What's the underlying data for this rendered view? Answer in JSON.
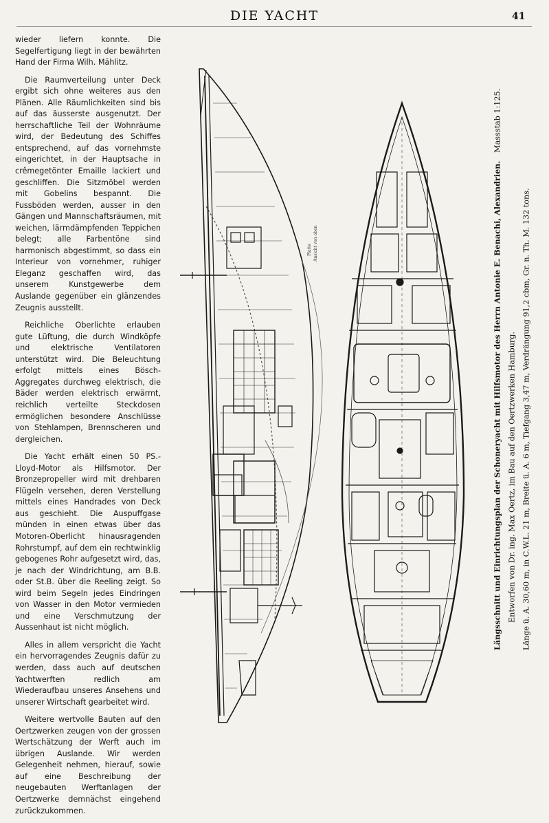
{
  "header": {
    "title": "DIE YACHT",
    "page_number": "41"
  },
  "article": {
    "paragraphs": [
      "wieder liefern konnte. Die Segelfertigung liegt in der bewährten Hand der Firma Wilh. Mählitz.",
      "Die Raumverteilung unter Deck ergibt sich ohne weiteres aus den Plänen. Alle Räumlichkeiten sind bis auf das äusserste ausgenutzt. Der herrschaftliche Teil der Wohnräume wird, der Bedeutung des Schiffes entsprechend, auf das vornehmste eingerichtet, in der Hauptsache in crêmegetönter Emaille lackiert und geschliffen. Die Sitzmöbel werden mit Gobelins bespannt. Die Fussböden werden, ausser in den Gängen und Mannschaftsräumen, mit weichen, lärmdämpfenden Teppichen belegt; alle Farbentöne sind harmonisch abgestimmt, so dass ein Interieur von vornehmer, ruhiger Eleganz geschaffen wird, das unserem Kunstgewerbe dem Auslande gegenüber ein glänzendes Zeugnis ausstellt.",
      "Reichliche Oberlichte erlauben gute Lüftung, die durch Windköpfe und elektrische Ventilatoren unterstützt wird. Die Beleuchtung erfolgt mittels eines Bösch-Aggregates durchweg elektrisch, die Bäder werden elektrisch erwärmt, reichlich verteilte Steckdosen ermöglichen besondere Anschlüsse von Stehlampen, Brennscheren und dergleichen.",
      "Die Yacht erhält einen 50 PS.-Lloyd-Motor als Hilfsmotor. Der Bronzepropeller wird mit drehbaren Flügeln versehen, deren Verstellung mittels eines Handrades von Deck aus geschieht. Die Auspuffgase münden in einen etwas über das Motoren-Oberlicht hinausragenden Rohrstumpf, auf dem ein rechtwinklig gebogenes Rohr aufgesetzt wird, das, je nach der Windrichtung, am B.B. oder St.B. über die Reeling zeigt. So wird beim Segeln jedes Eindringen von Wasser in den Motor vermieden und eine Verschmutzung der Aussenhaut ist nicht möglich.",
      "Alles in allem verspricht die Yacht ein hervorragendes Zeugnis dafür zu werden, dass auch auf deutschen Yachtwerften redlich am Wiederaufbau unseres Ansehens und unserer Wirtschaft gearbeitet wird.",
      "Weitere wertvolle Bauten auf den Oertzwerken zeugen von der grossen Wertschätzung der Werft auch im übrigen Auslande. Wir werden Gelegenheit nehmen, hierauf, sowie auf eine Beschreibung der neugebauten Werftanlagen der Oertzwerke demnächst eingehend zurückzukommen."
    ]
  },
  "caption": {
    "line1": "Längsschnitt und Einrichtungsplan der Schoneryacht mit Hilfsmotor des Herrn Antonie E. Benachi, Alexandrien.",
    "line1_scale": "Massstab 1:125.",
    "line2": "Entworfen von Dr. ing. Max Oertz, im Bau auf den Oertzwerken Hamburg.",
    "line3": "Länge ü. A. 30,60 m, in C.W.L. 21 m, Breite ü. A. 6 m, Tiefgang 3,47 m, Verdrängung 91,2 cbm, Gr. n. Th. M. 132 tons."
  },
  "drawing": {
    "small_label": "Platte",
    "small_label_2": "Ansicht von oben"
  },
  "colors": {
    "paper": "#f4f2ec",
    "ink": "#1a1a1a"
  }
}
